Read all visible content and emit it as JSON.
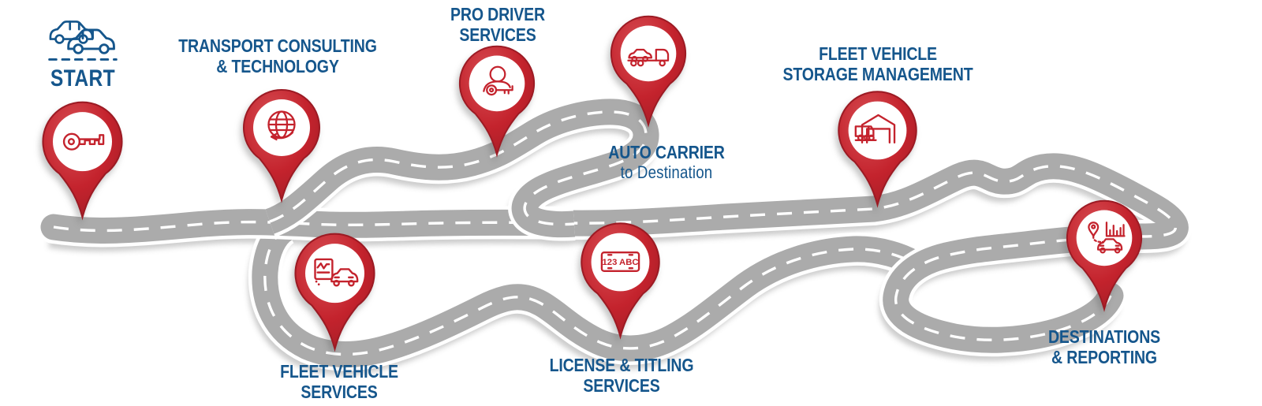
{
  "colors": {
    "navy": "#15568C",
    "pin_red": "#C4232D",
    "pin_red_dark": "#9C1B24",
    "pin_red_light": "#D75055",
    "road_gray": "#ABABAB",
    "road_dash_white": "#FFFFFF"
  },
  "start": {
    "label": "START",
    "pin_icon": "key-icon",
    "header_icon": "two-cars-icon"
  },
  "stops": [
    {
      "id": "transport-consulting",
      "label_line1": "TRANSPORT CONSULTING",
      "label_line2": "& TECHNOLOGY",
      "icon": "globe-arrow-icon",
      "label_position": "above"
    },
    {
      "id": "pro-driver-services",
      "label_line1": "PRO DRIVER",
      "label_line2": "SERVICES",
      "icon": "driver-key-icon",
      "label_position": "above"
    },
    {
      "id": "auto-carrier",
      "label_line1": "AUTO CARRIER",
      "label_line2": "to Destination",
      "icon": "car-carrier-icon",
      "label_position": "below"
    },
    {
      "id": "fleet-vehicle-storage",
      "label_line1": "FLEET VEHICLE",
      "label_line2": "STORAGE MANAGEMENT",
      "icon": "warehouse-truck-icon",
      "label_position": "above"
    },
    {
      "id": "fleet-vehicle-services",
      "label_line1": "FLEET VEHICLE",
      "label_line2": "SERVICES",
      "icon": "inspection-car-icon",
      "label_position": "below"
    },
    {
      "id": "license-titling",
      "label_line1": "LICENSE & TITLING",
      "label_line2": "SERVICES",
      "icon": "license-plate-icon",
      "label_position": "below",
      "plate_text": "123 ABC"
    },
    {
      "id": "destinations-reporting",
      "label_line1": "DESTINATIONS",
      "label_line2": "& REPORTING",
      "icon": "route-chart-car-icon",
      "label_position": "below"
    }
  ]
}
